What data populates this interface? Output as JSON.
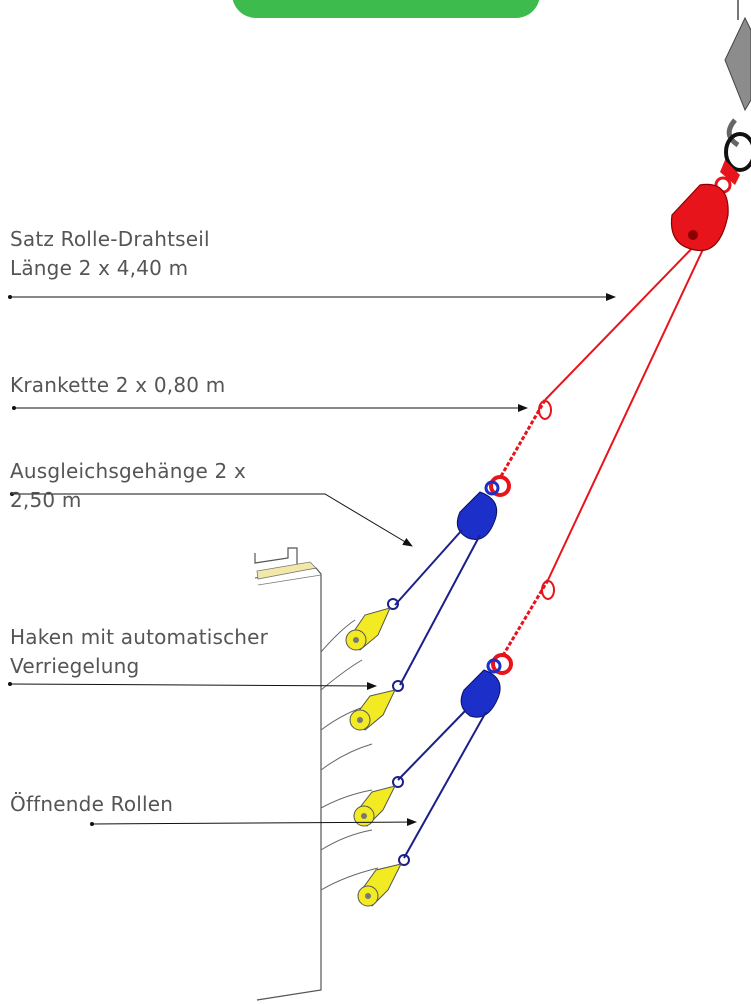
{
  "labels": {
    "pulley_wire_set": {
      "line1": "Satz Rolle-Drahtseil",
      "line2": "Länge 2 x 4,40 m"
    },
    "crane_chain": {
      "line1": "Krankette 2 x 0,80 m"
    },
    "equalizer": {
      "line1": "Ausgleichsgehänge 2 x",
      "line2": "2,50 m"
    },
    "auto_hook": {
      "line1": "Haken mit automatischer",
      "line2": "Verriegelung"
    },
    "opening_rollers": {
      "line1": "Öffnende Rollen"
    }
  },
  "colors": {
    "tab": "#3dbb4c",
    "red_sling": "#e8141b",
    "blue_sling": "#1c1f8a",
    "blue_pulley": "#1d2fc9",
    "yellow_roller": "#f2ea22",
    "crane_hook": "#8c8c8c",
    "text": "#555555"
  }
}
